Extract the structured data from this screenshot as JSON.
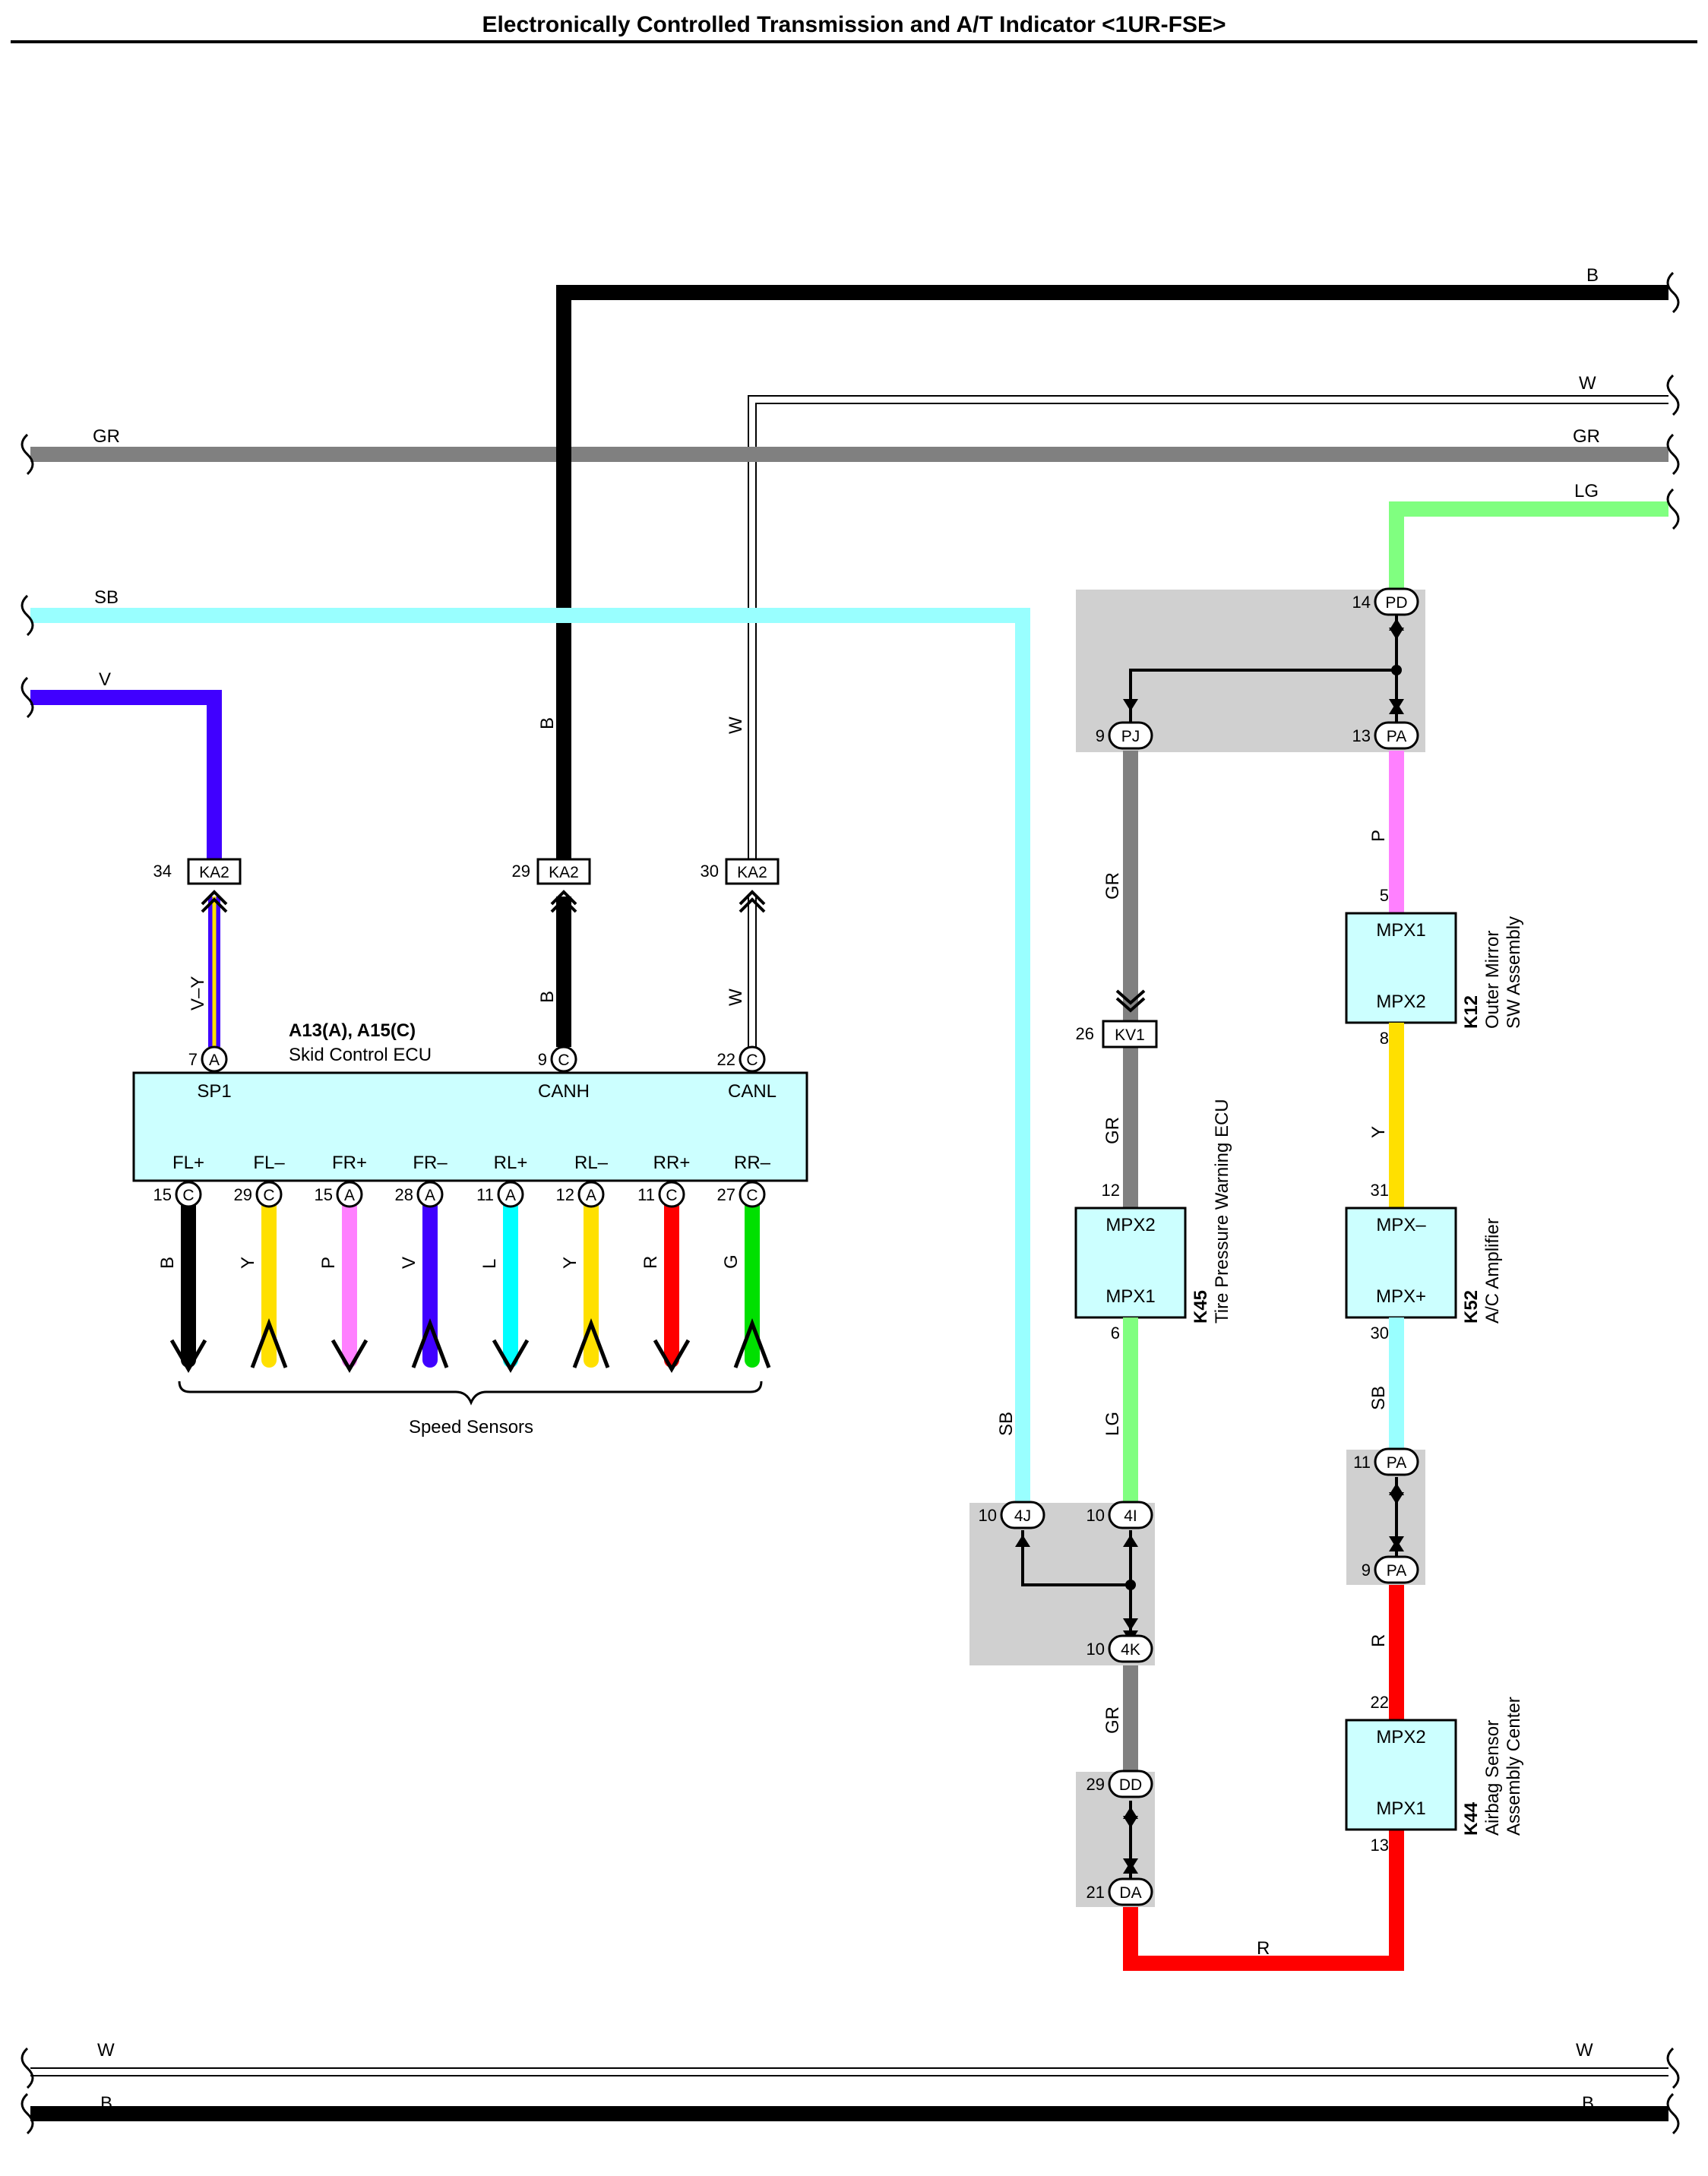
{
  "title": "Electronically Controlled Transmission and A/T Indicator <1UR-FSE>",
  "colors": {
    "B": "#000000",
    "W": "#ffffff",
    "GR": "#808080",
    "LG": "#80ff80",
    "SB": "#99ffff",
    "V": "#4000ff",
    "P": "#ff80ff",
    "Y": "#ffe000",
    "R": "#ff0000",
    "L": "#00ffff",
    "G": "#00e000",
    "ecu_fill": "#ccffff",
    "junction_fill": "#d0d0d0"
  },
  "bus_wires": {
    "top_b": "B",
    "top_w": "W",
    "gr_left": "GR",
    "gr_right": "GR",
    "lg": "LG",
    "sb": "SB",
    "v": "V",
    "bottom_w_left": "W",
    "bottom_w_right": "W",
    "bottom_b_left": "B",
    "bottom_b_right": "B",
    "bottom_r": "R"
  },
  "skid_ecu": {
    "code": "A13(A), A15(C)",
    "name": "Skid Control ECU",
    "top_pins": [
      {
        "pin": "7",
        "conn": "A",
        "signal": "SP1",
        "wire_above": "V–Y",
        "wire_top": "V",
        "ka2_pin": "34",
        "ka2": "KA2"
      },
      {
        "pin": "9",
        "conn": "C",
        "signal": "CANH",
        "wire_above": "B",
        "wire_top": "B",
        "ka2_pin": "29",
        "ka2": "KA2"
      },
      {
        "pin": "22",
        "conn": "C",
        "signal": "CANL",
        "wire_above": "W",
        "wire_top": "W",
        "ka2_pin": "30",
        "ka2": "KA2"
      }
    ],
    "bottom_pins": [
      {
        "pin": "15",
        "conn": "C",
        "signal": "FL+",
        "wire": "B",
        "dir": "out"
      },
      {
        "pin": "29",
        "conn": "C",
        "signal": "FL–",
        "wire": "Y",
        "dir": "in"
      },
      {
        "pin": "15",
        "conn": "A",
        "signal": "FR+",
        "wire": "P",
        "dir": "out"
      },
      {
        "pin": "28",
        "conn": "A",
        "signal": "FR–",
        "wire": "V",
        "dir": "in"
      },
      {
        "pin": "11",
        "conn": "A",
        "signal": "RL+",
        "wire": "L",
        "dir": "out"
      },
      {
        "pin": "12",
        "conn": "A",
        "signal": "RL–",
        "wire": "Y",
        "dir": "in"
      },
      {
        "pin": "11",
        "conn": "C",
        "signal": "RR+",
        "wire": "R",
        "dir": "out"
      },
      {
        "pin": "27",
        "conn": "C",
        "signal": "RR–",
        "wire": "G",
        "dir": "in"
      }
    ],
    "speed_sensors_label": "Speed Sensors"
  },
  "junction_top": {
    "pd_pin": "14",
    "pd": "PD",
    "pj_pin": "9",
    "pj": "PJ",
    "pa_pin": "13",
    "pa": "PA"
  },
  "kv1": {
    "pin": "26",
    "label": "KV1"
  },
  "k45": {
    "code": "K45",
    "name": "Tire Pressure Warning ECU",
    "in_pin": "12",
    "in_label": "MPX2",
    "out_pin": "6",
    "out_label": "MPX1",
    "wire_upper1": "GR",
    "wire_upper2": "GR",
    "wire_lower": "LG"
  },
  "junction_mid": {
    "j4j_pin": "10",
    "j4j": "4J",
    "j4i_pin": "10",
    "j4i": "4I",
    "j4k_pin": "10",
    "j4k": "4K",
    "sb_wire": "SB",
    "gr_wire": "GR"
  },
  "junction_dd": {
    "dd_pin": "29",
    "dd": "DD",
    "da_pin": "21",
    "da": "DA"
  },
  "k12": {
    "code": "K12",
    "name1": "Outer Mirror",
    "name2": "SW Assembly",
    "top_label": "MPX1",
    "bottom_label": "MPX2",
    "in_pin": "5",
    "out_pin": "8",
    "wire_in": "P",
    "wire_out": "Y"
  },
  "k52": {
    "code": "K52",
    "name": "A/C Amplifier",
    "top_label": "MPX–",
    "bottom_label": "MPX+",
    "in_pin": "31",
    "out_pin": "30",
    "wire_out": "SB"
  },
  "junction_pa": {
    "top_pin": "11",
    "top": "PA",
    "bottom_pin": "9",
    "bottom": "PA",
    "wire_out": "R"
  },
  "k44": {
    "code": "K44",
    "name1": "Airbag Sensor",
    "name2": "Assembly Center",
    "top_label": "MPX2",
    "bottom_label": "MPX1",
    "in_pin": "22",
    "out_pin": "13"
  }
}
